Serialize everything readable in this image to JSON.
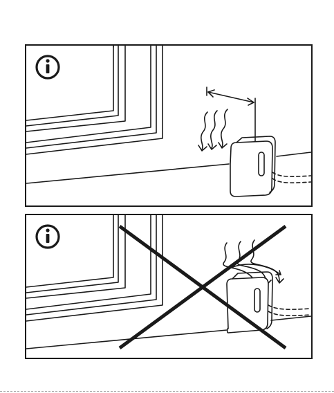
{
  "panels": [
    {
      "info_glyph": "i",
      "icon": "info-circle-icon",
      "verdict": "correct",
      "verdict_mark": "none"
    },
    {
      "info_glyph": "i",
      "icon": "info-circle-icon",
      "verdict": "incorrect",
      "verdict_mark": "large-cross-icon"
    }
  ],
  "colors": {
    "line": "#1a1a1a",
    "background": "#ffffff",
    "dashed_cable": "#1a1a1a",
    "footer_dash": "#9a9a9a"
  }
}
